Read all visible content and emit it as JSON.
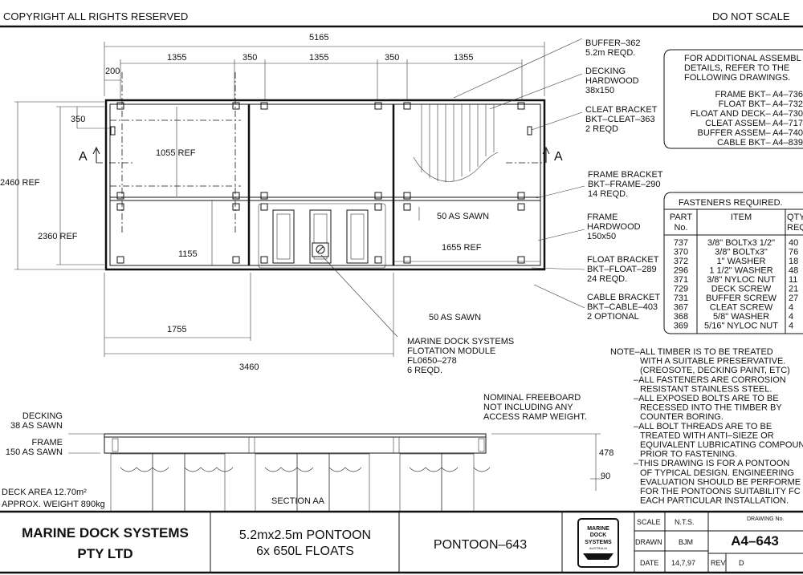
{
  "header": {
    "left": "COPYRIGHT ALL RIGHTS RESERVED",
    "right": "DO NOT SCALE"
  },
  "plan": {
    "dims": {
      "overall": "5165",
      "bay1": "1355",
      "gap1": "350",
      "bay2": "1355",
      "gap2": "350",
      "bay3": "1355",
      "edge": "200",
      "overall_height": "2460 REF",
      "inner_height": "2360 REF",
      "cleat_offset": "350",
      "ref1055": "1055 REF",
      "d1155": "1155",
      "d1655": "1655 REF",
      "sawn1": "50 AS SAWN",
      "sawn2": "50 AS SAWN",
      "d1755": "1755",
      "d3460": "3460"
    },
    "section_marks": [
      "A",
      "A"
    ],
    "callouts": [
      {
        "lines": [
          "BUFFER–362",
          "5.2m REQD."
        ]
      },
      {
        "lines": [
          "DECKING",
          "HARDWOOD",
          "38x150"
        ]
      },
      {
        "lines": [
          "CLEAT BRACKET",
          "BKT–CLEAT–363",
          "2 REQD"
        ]
      },
      {
        "lines": [
          "FRAME BRACKET",
          "BKT–FRAME–290",
          "14 REQD."
        ]
      },
      {
        "lines": [
          "FRAME",
          "HARDWOOD",
          "150x50"
        ]
      },
      {
        "lines": [
          "FLOAT BRACKET",
          "BKT–FLOAT–289",
          "24 REQD."
        ]
      },
      {
        "lines": [
          "CABLE BRACKET",
          "BKT–CABLE–403",
          "2 OPTIONAL"
        ]
      },
      {
        "lines": [
          "MARINE DOCK SYSTEMS",
          "FLOTATION MODULE",
          "FL0650–278",
          "6 REQD."
        ]
      }
    ]
  },
  "references": {
    "intro": [
      "FOR ADDITIONAL ASSEMBL",
      "DETAILS, REFER TO THE",
      "FOLLOWING DRAWINGS."
    ],
    "items": [
      "FRAME BKT–  A4–736",
      "FLOAT BKT–  A4–732",
      "FLOAT AND DECK–  A4–730",
      "CLEAT ASSEM–  A4–717",
      "BUFFER ASSEM–  A4–740",
      "CABLE BKT–  A4–839"
    ]
  },
  "fasteners": {
    "title": "FASTENERS REQUIRED.",
    "headers": {
      "part": [
        "PART",
        "No."
      ],
      "item": "ITEM",
      "qty": [
        "QTY",
        "REQ"
      ]
    },
    "rows": [
      {
        "part": "737",
        "item": "3/8\" BOLTx3 1/2\"",
        "qty": "40"
      },
      {
        "part": "370",
        "item": "3/8\" BOLTx3\"",
        "qty": "76"
      },
      {
        "part": "372",
        "item": "1\" WASHER",
        "qty": "18"
      },
      {
        "part": "296",
        "item": "1 1/2\" WASHER",
        "qty": "48"
      },
      {
        "part": "371",
        "item": "3/8\" NYLOC NUT",
        "qty": "11"
      },
      {
        "part": "729",
        "item": "DECK SCREW",
        "qty": "21"
      },
      {
        "part": "731",
        "item": "BUFFER SCREW",
        "qty": "27"
      },
      {
        "part": "367",
        "item": "CLEAT SCREW",
        "qty": "4"
      },
      {
        "part": "368",
        "item": "5/8\" WASHER",
        "qty": "4"
      },
      {
        "part": "369",
        "item": "5/16\" NYLOC NUT",
        "qty": "4"
      }
    ]
  },
  "notes": [
    "NOTE–ALL TIMBER IS TO BE TREATED",
    "WITH A SUITABLE PRESERVATIVE.",
    "(CREOSOTE, DECKING PAINT, ETC)",
    "–ALL FASTENERS ARE CORROSION",
    "RESISTANT STAINLESS STEEL.",
    "–ALL EXPOSED BOLTS ARE TO BE",
    "RECESSED INTO THE TIMBER BY",
    "COUNTER BORING.",
    "–ALL BOLT THREADS ARE TO BE",
    "TREATED WITH ANTI–SIEZE OR",
    "EQUIVALENT LUBRICATING COMPOUN",
    "PRIOR TO FASTENING.",
    "–THIS DRAWING IS FOR A PONTOON",
    "OF TYPICAL DESIGN. ENGINEERING",
    "EVALUATION SHOULD BE PERFORME",
    "FOR THE PONTOONS SUITABILITY FC",
    "EACH PARTICULAR INSTALLATION."
  ],
  "section": {
    "decking": [
      "DECKING",
      "38 AS SAWN"
    ],
    "frame": [
      "FRAME",
      "150 AS SAWN"
    ],
    "freeboard": [
      "NOMINAL FREEBOARD",
      "NOT INCLUDING ANY",
      "ACCESS RAMP WEIGHT."
    ],
    "d478": "478",
    "d90": "90",
    "title": "SECTION AA",
    "deck_area": "DECK AREA 12.70m²",
    "weight": "APPROX. WEIGHT 890kg"
  },
  "title_block": {
    "company": [
      "MARINE DOCK SYSTEMS",
      "PTY LTD"
    ],
    "description": [
      "5.2mx2.5m PONTOON",
      "6x 650L FLOATS"
    ],
    "name": "PONTOON–643",
    "logo_text": [
      "MARINE",
      "DOCK",
      "SYSTEMS",
      "AUSTRALIA"
    ],
    "scale_label": "SCALE",
    "scale": "N.T.S.",
    "drawn_label": "DRAWN",
    "drawn": "BJM",
    "date_label": "DATE",
    "date": "14,7,97",
    "rev_label": "REV",
    "rev": "D",
    "drawing_no_label": "DRAWING No.",
    "drawing_no": "A4–643"
  }
}
